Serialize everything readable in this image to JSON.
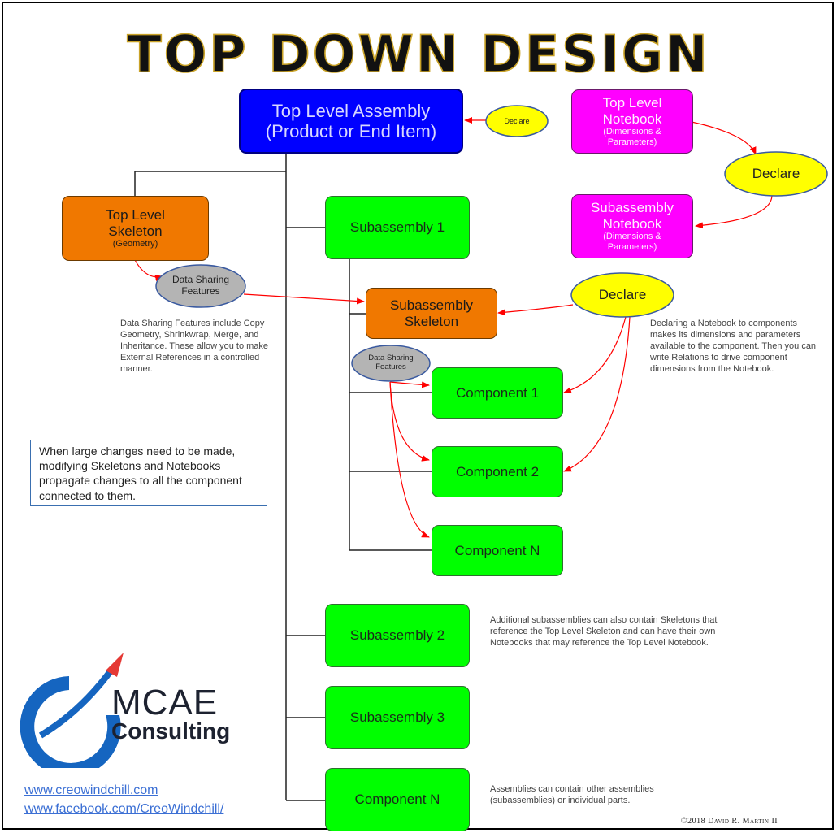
{
  "title": "TOP DOWN DESIGN",
  "boxes": {
    "top_level_assembly": {
      "line1": "Top Level Assembly",
      "line2": "(Product or End Item)"
    },
    "top_level_notebook": {
      "line1": "Top Level",
      "line2": "Notebook",
      "sub": "(Dimensions & Parameters)"
    },
    "top_level_skeleton": {
      "line1": "Top Level",
      "line2": "Skeleton",
      "sub": "(Geometry)"
    },
    "subassembly_notebook": {
      "line1": "Subassembly",
      "line2": "Notebook",
      "sub": "(Dimensions & Parameters)"
    },
    "subassembly_1": "Subassembly 1",
    "subassembly_skeleton": {
      "line1": "Subassembly",
      "line2": "Skeleton"
    },
    "component_1": "Component 1",
    "component_2": "Component 2",
    "component_n_inner": "Component N",
    "subassembly_2": "Subassembly 2",
    "subassembly_3": "Subassembly 3",
    "component_n_outer": "Component N"
  },
  "ovals": {
    "declare_small": "Declare",
    "declare_right": "Declare",
    "declare_middle": "Declare",
    "data_sharing_1": "Data Sharing Features",
    "data_sharing_2": "Data Sharing Features"
  },
  "notes": {
    "data_sharing": "Data Sharing Features include Copy Geometry, Shrinkwrap, Merge, and Inheritance. These allow you to make External References in a controlled manner.",
    "declaring": "Declaring a Notebook to components makes its dimensions and parameters available to the component. Then you can write Relations to drive component dimensions from the Notebook.",
    "callout": "When large changes need to be made, modifying Skeletons and Notebooks propagate changes to all the component connected to them.",
    "additional": "Additional subassemblies can also contain Skeletons that reference the Top Level Skeleton and can have their own Notebooks that may reference the Top Level Notebook.",
    "assemblies": "Assemblies can contain other assemblies (subassemblies) or individual parts."
  },
  "logo": {
    "name": "MCAE",
    "sub": "Consulting"
  },
  "links": [
    "www.creowindchill.com",
    "www.facebook.com/CreoWindchill/"
  ],
  "copyright": "©2018 David R. Martin II",
  "colors": {
    "assembly": "#0000ff",
    "subassembly": "#00ff00",
    "skeleton": "#f07800",
    "notebook": "#ff00ff",
    "declare": "#ffff00",
    "data_sharing": "#b4b4b4",
    "arrow": "#ff0000"
  }
}
